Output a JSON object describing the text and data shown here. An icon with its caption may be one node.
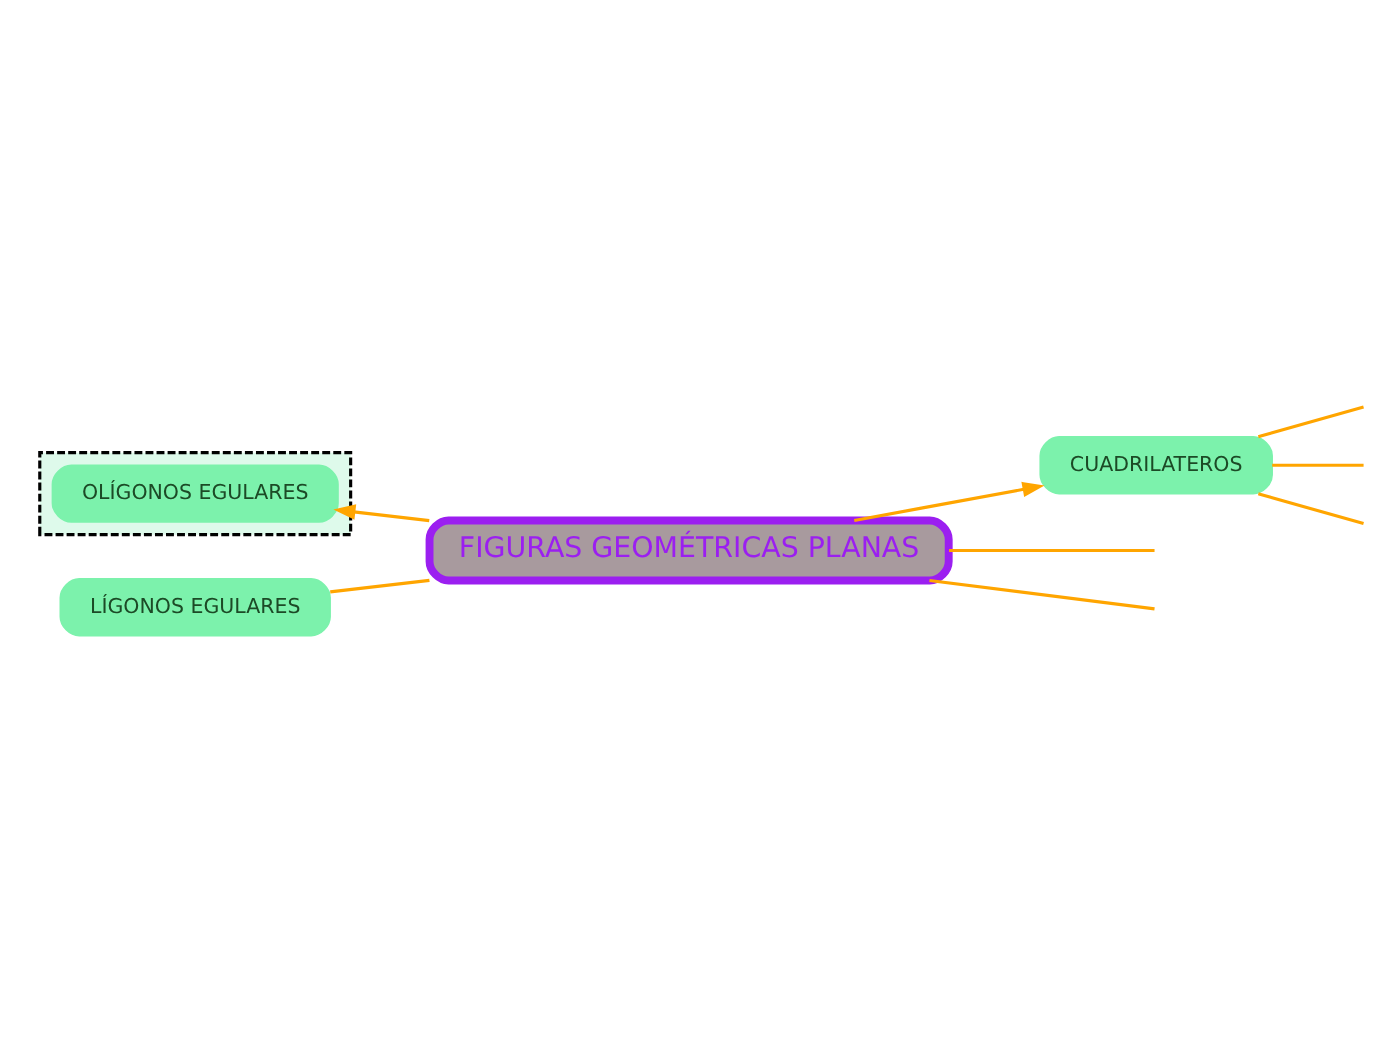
{
  "diagram": {
    "nodes": [
      {
        "text": [
          "FIGURAS GEOMÉTRICAS PLANAS"
        ]
      },
      {
        "text": [],
        "shape": "box"
      },
      {
        "text": [
          "OLÍGONOS EGULARES"
        ],
        "in": 1
      },
      {
        "text": [
          "LÍGONOS EGULARES"
        ]
      },
      {
        "text": [
          "CUADRILATEROS"
        ]
      }
    ],
    "edges": [
      {
        "from": 0,
        "to": 2,
        "arrow": "to"
      },
      {
        "from": 0,
        "to": 3,
        "arrow": "none"
      },
      {
        "from": 0,
        "to": 4,
        "arrow": "to"
      },
      {
        "from": 0,
        "to": null,
        "arrow": "none"
      },
      {
        "from": 0,
        "to": null,
        "arrow": "none"
      },
      {
        "from": 4,
        "to": null,
        "arrow": "none"
      },
      {
        "from": 4,
        "to": null,
        "arrow": "none"
      },
      {
        "from": 4,
        "to": null,
        "arrow": "none"
      }
    ]
  }
}
